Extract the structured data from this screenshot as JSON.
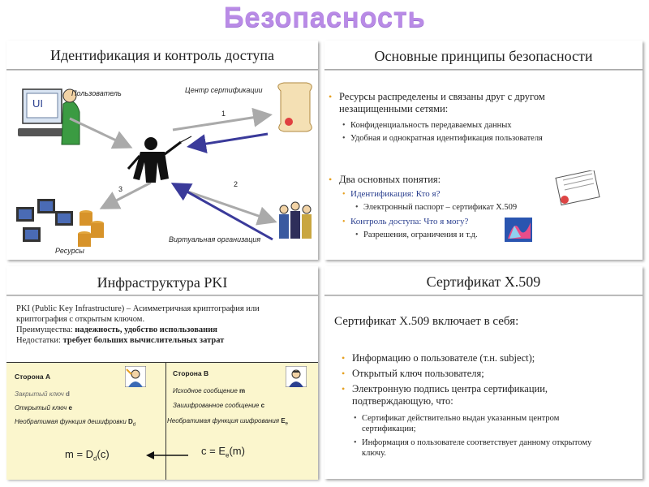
{
  "page_title": "Безопасность",
  "panel_identification": {
    "title": "Идентификация и контроль доступа",
    "user_label": "Пользователь",
    "ui_label": "UI",
    "ca_label": "Центр сертификации",
    "resources_label": "Ресурсы",
    "vo_label": "Виртуальная организация",
    "step1": "1",
    "step2": "2",
    "step3": "3"
  },
  "panel_principles": {
    "title": "Основные принципы безопасности",
    "bullet1": "Ресурсы распределены и связаны друг с другом",
    "bullet1_cont": "незащищенными сетями:",
    "bullet1_sub1": "Конфиденциальность передаваемых данных",
    "bullet1_sub2": "Удобная и однократная идентификация пользователя",
    "bullet2": "Два основных понятия:",
    "ident": "Идентификация: Кто я?",
    "ident_sub": "Электронный паспорт – сертификат X.509",
    "access": "Контроль доступа: Что я могу?",
    "access_sub": "Разрешения, ограничения и т.д."
  },
  "panel_pki": {
    "title": "Инфраструктура PKI",
    "line1": "PKI (Public Key Infrastructure) – Асимметричная криптография или",
    "line2": "криптография с открытым ключом.",
    "adv_label": "Преимущества: ",
    "adv_value": "надежность, удобство использования",
    "dis_label": "Недостатки: ",
    "dis_value": "требует больших вычислительных затрат",
    "side_a": {
      "head": "Сторона A",
      "item1": "Закрытый ключ",
      "item1_var": "d",
      "item2": "Открытый ключ",
      "item2_var": "e",
      "item3": "Необратимая функция дешифровки",
      "item3_var": "D",
      "item3_sub": "d",
      "formula": "m = D",
      "formula_sub": "d",
      "formula_end": "(c)"
    },
    "side_b": {
      "head": "Сторона B",
      "item1": "Исходное сообщение",
      "item1_var": "m",
      "item2": "Зашифрованное сообщение",
      "item2_var": "c",
      "item3": "Необратимая функция шифрования",
      "item3_var": "E",
      "item3_sub": "e",
      "formula": "c = E",
      "formula_sub": "e",
      "formula_end": "(m)"
    }
  },
  "panel_cert": {
    "title": "Сертификат X.509",
    "heading": "Сертификат X.509 включает в себя:",
    "b1": "Информацию о пользователе (т.н. subject);",
    "b2": "Открытый ключ пользователя;",
    "b3": "Электронную подпись центра сертификации,",
    "b3_cont": "подтверждающую, что:",
    "s1": "Сертификат действительно выдан указанным центром",
    "s1_cont": "сертификации;",
    "s2": "Информация о пользователе соответствует данному открытому",
    "s2_cont": "ключу."
  },
  "colors": {
    "title_accent": "#b98be6",
    "bullet_accent": "#e6a020",
    "concept_blue": "#2a3f8f",
    "pki_zone": "#fbf6cd"
  }
}
